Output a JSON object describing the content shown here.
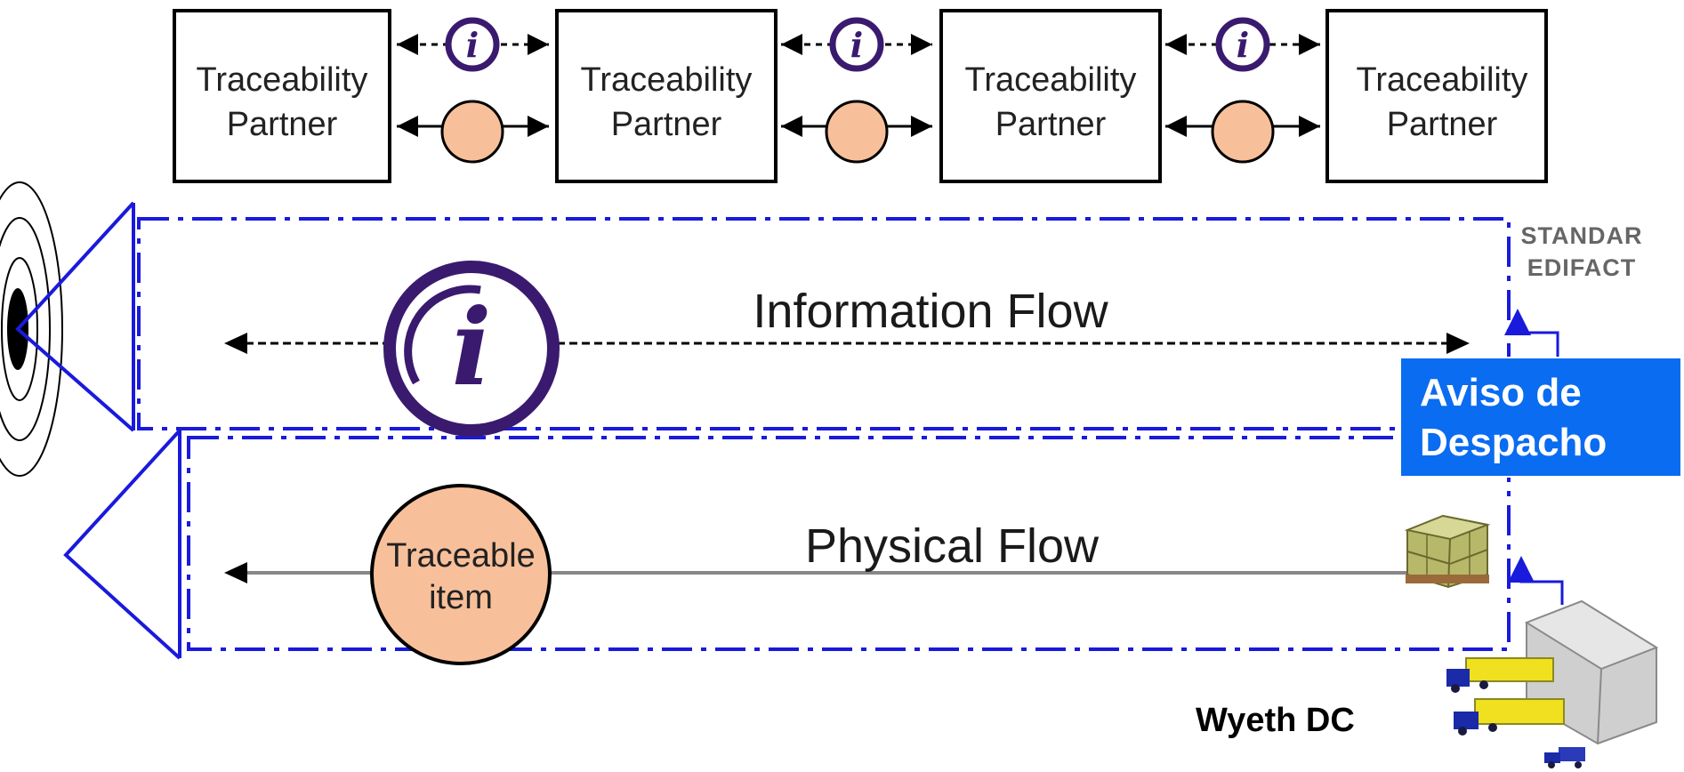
{
  "partners": [
    {
      "label_line1": "Traceability",
      "label_line2": "Partner"
    },
    {
      "label_line1": "Traceability",
      "label_line2": "Partner"
    },
    {
      "label_line1": "Traceability",
      "label_line2": "Partner"
    },
    {
      "label_line1": "Traceability",
      "label_line2": "Partner"
    }
  ],
  "information_flow": {
    "label": "Information Flow",
    "icon": "info-icon"
  },
  "physical_flow": {
    "label": "Physical Flow",
    "item_line1": "Traceable",
    "item_line2": "item",
    "icon": "pallet-icon"
  },
  "standard": {
    "line1": "STANDAR",
    "line2": "EDIFACT"
  },
  "aviso": {
    "line1": "Aviso de",
    "line2": "Despacho"
  },
  "warehouse": {
    "label": "Wyeth DC",
    "icon": "warehouse-icon"
  },
  "colors": {
    "dash_blue": "#1a1adc",
    "aviso_bg": "#0a6cf0",
    "item_orange": "#f8c09a",
    "info_purple": "#3a1a6e"
  }
}
